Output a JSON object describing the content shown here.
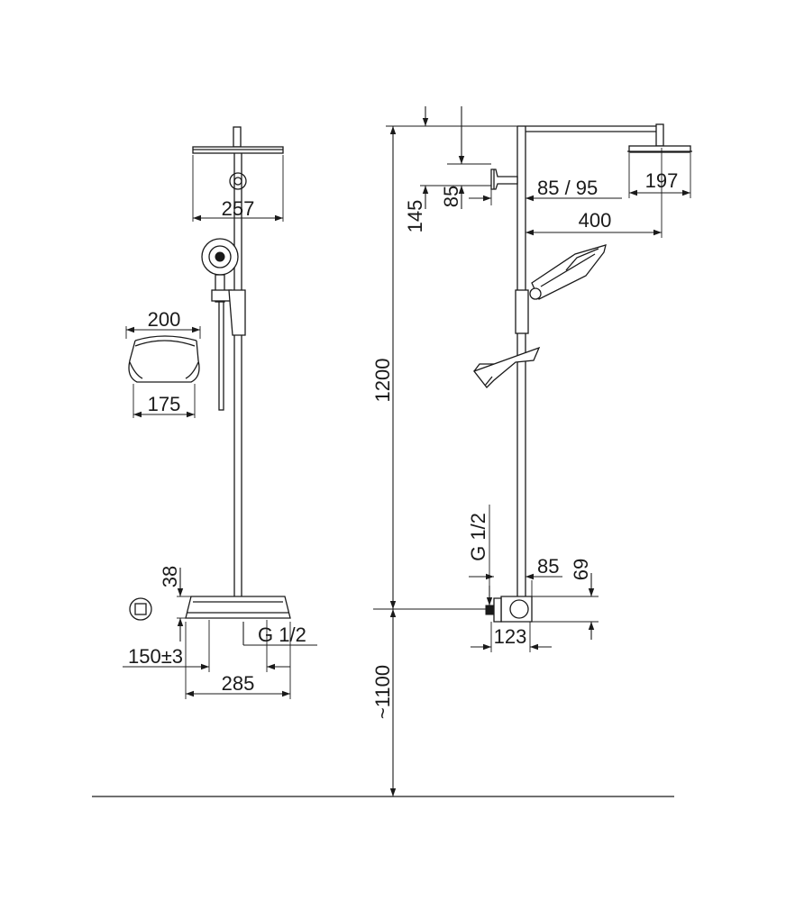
{
  "drawing": {
    "front_view": {
      "dim_shower_head_width": "257",
      "dim_shelf_top": "200",
      "dim_shelf_bottom": "175",
      "dim_thermostat_height": "38",
      "dim_connection_front": "G 1/2",
      "dim_wall_centres": "150±3",
      "dim_thermostat_width": "285"
    },
    "side_view": {
      "dim_arm_height": "145",
      "dim_bracket_height": "85",
      "dim_bracket_depth": "85 / 95",
      "dim_head_diameter": "197",
      "dim_arm_length": "400",
      "dim_column_height": "1200",
      "dim_connection_side": "G 1/2",
      "dim_thermostat_depth_top": "85",
      "dim_thermostat_offset": "69",
      "dim_thermostat_depth": "123",
      "dim_floor_height": "~1100"
    }
  }
}
